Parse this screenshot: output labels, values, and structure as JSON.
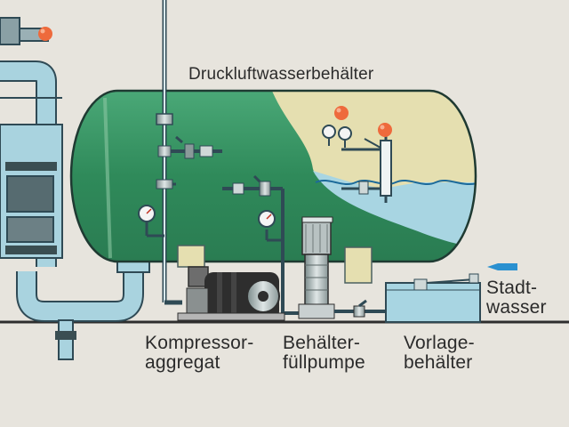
{
  "diagram": {
    "title": "Druckluftwasserbehälter",
    "labels": {
      "compressor": [
        "Kompressor-",
        "aggregat"
      ],
      "pump": [
        "Behälter-",
        "füllpumpe"
      ],
      "feed_tank": [
        "Vorlage-",
        "behälter"
      ],
      "city_water": [
        "Stadt-",
        "wasser"
      ]
    },
    "colors": {
      "background": "#e7e4dd",
      "tank_green": "#2f8a5a",
      "tank_air": "#e5dfb0",
      "water": "#a8d5e2",
      "pipe": "#a9d3df",
      "indicator_lamp": "#ee6a3c",
      "flow_arrow": "#2a90d0"
    },
    "icons": [
      "pressure-gauge-icon",
      "valve-icon",
      "indicator-lamp-icon",
      "motor-icon",
      "level-gauge-icon",
      "flow-arrow-icon"
    ]
  }
}
